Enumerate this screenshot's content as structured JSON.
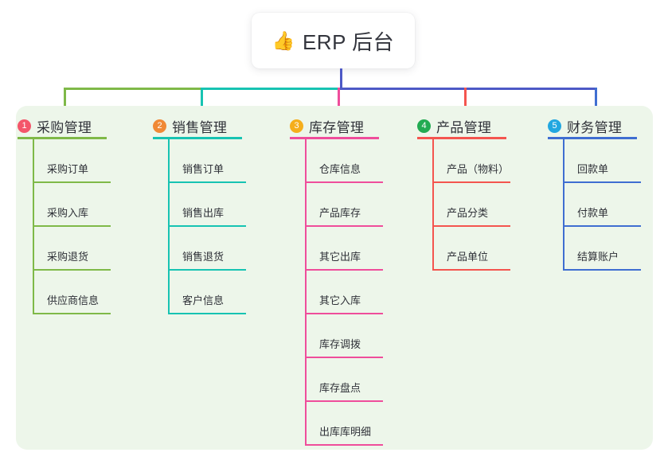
{
  "root": {
    "icon": "thumbs-up-icon",
    "emoji": "👍",
    "title": "ERP 后台"
  },
  "colors": {
    "root_stem": "#4d59c6",
    "panel_bg": "#edf6ea",
    "page_bg": "#ffffff",
    "text": "#2f3138"
  },
  "columns": [
    {
      "index": "1",
      "title": "采购管理",
      "line_color": "#7fb948",
      "badge_color": "#f4566a",
      "items": [
        {
          "label": "采购订单"
        },
        {
          "label": "采购入库"
        },
        {
          "label": "采购退货"
        },
        {
          "label": "供应商信息"
        }
      ]
    },
    {
      "index": "2",
      "title": "销售管理",
      "line_color": "#17c3b2",
      "badge_color": "#f08936",
      "items": [
        {
          "label": "销售订单"
        },
        {
          "label": "销售出库"
        },
        {
          "label": "销售退货"
        },
        {
          "label": "客户信息"
        }
      ]
    },
    {
      "index": "3",
      "title": "库存管理",
      "line_color": "#ef4d9b",
      "badge_color": "#f5ae1b",
      "items": [
        {
          "label": "仓库信息"
        },
        {
          "label": "产品库存"
        },
        {
          "label": "其它出库"
        },
        {
          "label": "其它入库"
        },
        {
          "label": "库存调拨"
        },
        {
          "label": "库存盘点"
        },
        {
          "label": "出库库明细"
        }
      ]
    },
    {
      "index": "4",
      "title": "产品管理",
      "line_color": "#f4554f",
      "badge_color": "#22ab52",
      "items": [
        {
          "label": "产品（物料）"
        },
        {
          "label": "产品分类"
        },
        {
          "label": "产品单位"
        }
      ]
    },
    {
      "index": "5",
      "title": "财务管理",
      "line_color": "#3f6ed1",
      "badge_color": "#22a7e0",
      "items": [
        {
          "label": "回款单"
        },
        {
          "label": "付款单"
        },
        {
          "label": "结算账户"
        }
      ]
    }
  ]
}
